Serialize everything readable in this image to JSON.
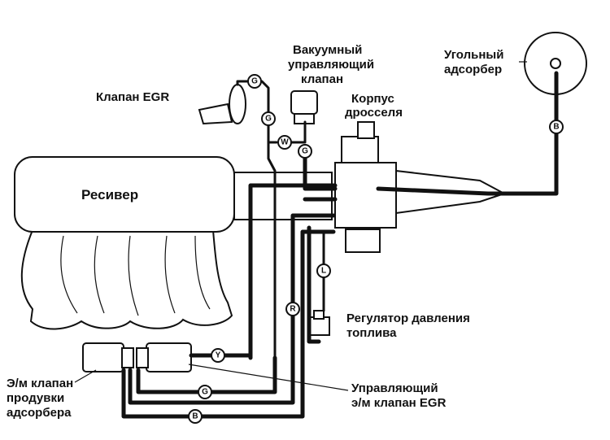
{
  "labels": {
    "egr_valve": "Клапан EGR",
    "vacuum_valve_line1": "Вакуумный",
    "vacuum_valve_line2": "управляющий",
    "vacuum_valve_line3": "клапан",
    "throttle_line1": "Корпус",
    "throttle_line2": "дросселя",
    "canister_line1": "Угольный",
    "canister_line2": "адсорбер",
    "receiver": "Ресивер",
    "fuel_reg_line1": "Регулятор давления",
    "fuel_reg_line2": "топлива",
    "purge_line1": "Э/м клапан",
    "purge_line2": "продувки",
    "purge_line3": "адсорбера",
    "egr_solenoid_line1": "Управляющий",
    "egr_solenoid_line2": "э/м клапан EGR"
  },
  "hose_tags": {
    "g1": "G",
    "g2": "G",
    "w": "W",
    "g3": "G",
    "b_canister": "B",
    "l": "L",
    "r": "R",
    "y": "Y",
    "g_bottom": "G",
    "b_bottom": "B"
  }
}
